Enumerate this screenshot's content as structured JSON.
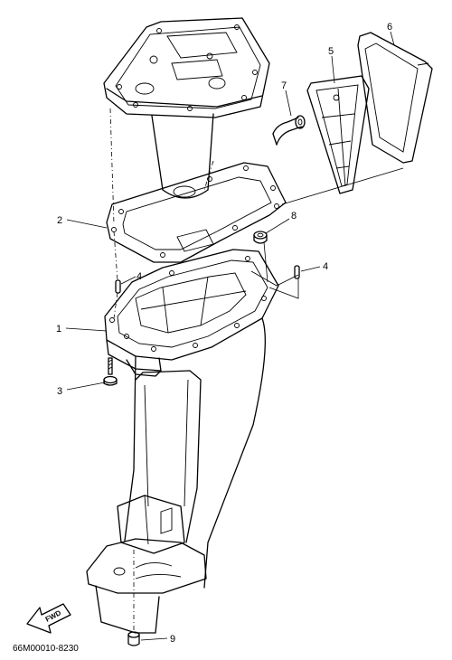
{
  "callouts": [
    {
      "id": "part-1",
      "label": "1"
    },
    {
      "id": "part-2",
      "label": "2"
    },
    {
      "id": "part-3",
      "label": "3"
    },
    {
      "id": "part-4-left",
      "label": "4"
    },
    {
      "id": "part-4-right",
      "label": "4"
    },
    {
      "id": "part-5",
      "label": "5"
    },
    {
      "id": "part-6",
      "label": "6"
    },
    {
      "id": "part-7",
      "label": "7"
    },
    {
      "id": "part-8",
      "label": "8"
    },
    {
      "id": "part-9",
      "label": "9"
    }
  ],
  "drawing_code": "66M00010-8230",
  "fwd_label": "FWD",
  "colors": {
    "line": "#000000",
    "background": "#ffffff"
  }
}
